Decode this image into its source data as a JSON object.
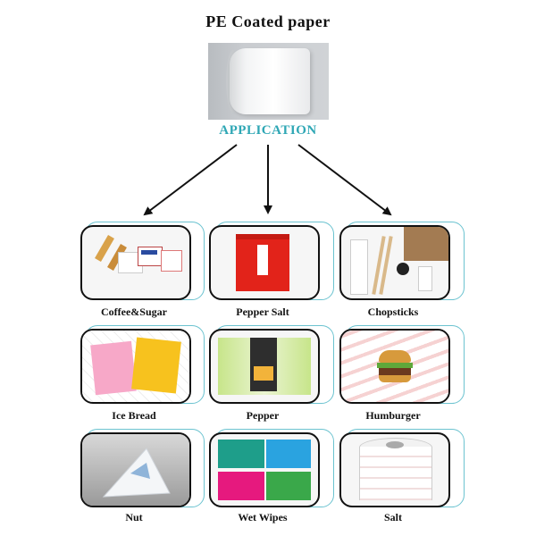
{
  "title": "PE Coated paper",
  "application_label": "APPLICATION",
  "colors": {
    "accent": "#2fa7b5",
    "frame": "#6cc3d0"
  },
  "items": [
    {
      "label": "Coffee&Sugar"
    },
    {
      "label": "Pepper Salt"
    },
    {
      "label": "Chopsticks"
    },
    {
      "label": "Ice Bread"
    },
    {
      "label": "Pepper"
    },
    {
      "label": "Humburger"
    },
    {
      "label": "Nut"
    },
    {
      "label": "Wet Wipes"
    },
    {
      "label": "Salt"
    }
  ]
}
